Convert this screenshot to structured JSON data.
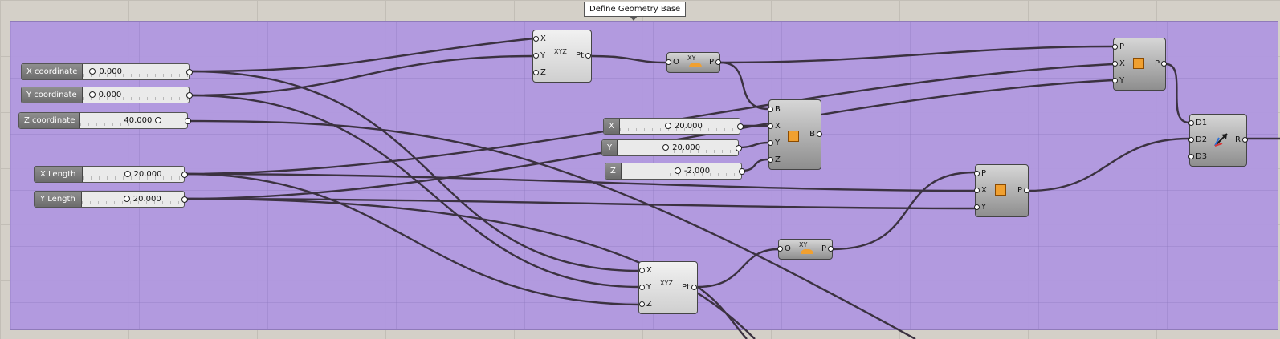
{
  "group": {
    "title": "Define Geometry Base",
    "color": "#b6a0e6"
  },
  "sliders": {
    "x_coordinate": {
      "label": "X coordinate",
      "value": "0.000"
    },
    "y_coordinate": {
      "label": "Y coordinate",
      "value": "0.000"
    },
    "z_coordinate": {
      "label": "Z coordinate",
      "value": "40.000"
    },
    "x_length": {
      "label": "X Length",
      "value": "20.000"
    },
    "y_length": {
      "label": "Y Length",
      "value": "20.000"
    },
    "box_x": {
      "label": "X",
      "value": "20.000"
    },
    "box_y": {
      "label": "Y",
      "value": "20.000"
    },
    "box_z": {
      "label": "Z",
      "value": "-2.000"
    }
  },
  "components": {
    "point_top": {
      "inputs": [
        "X",
        "Y",
        "Z"
      ],
      "output": "Pt",
      "icon": "XYZ"
    },
    "point_bottom": {
      "inputs": [
        "X",
        "Y",
        "Z"
      ],
      "output": "Pt",
      "icon": "XYZ"
    },
    "plane_top": {
      "input": "O",
      "output": "P",
      "icon": "XY"
    },
    "plane_bottom": {
      "input": "O",
      "output": "P",
      "icon": "XY"
    },
    "box": {
      "inputs": [
        "B",
        "X",
        "Y",
        "Z"
      ],
      "output": "B"
    },
    "rect_top": {
      "inputs": [
        "P",
        "X",
        "Y"
      ],
      "output": "P"
    },
    "rect_mid": {
      "inputs": [
        "P",
        "X",
        "Y"
      ],
      "output": "P"
    },
    "merge": {
      "inputs": [
        "D1",
        "D2",
        "D3"
      ],
      "output": "R"
    }
  }
}
